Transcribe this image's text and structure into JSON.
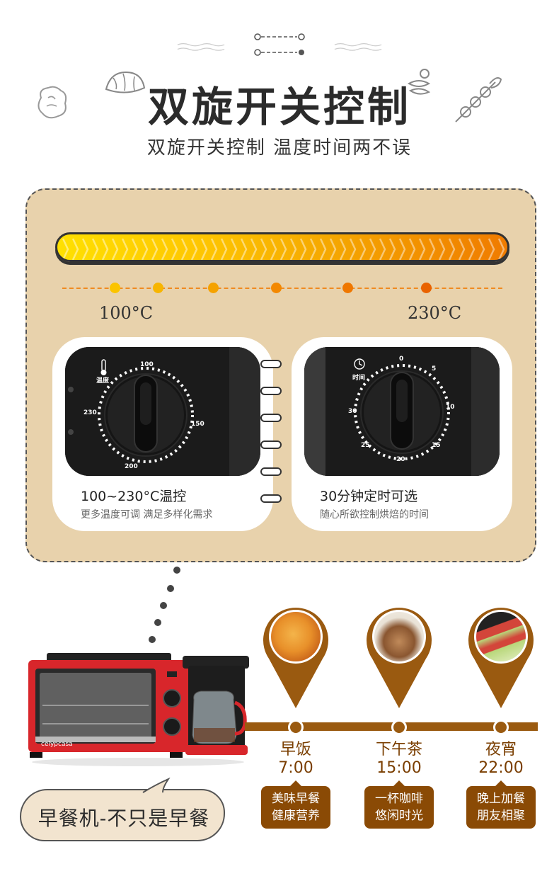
{
  "header": {
    "title": "双旋开关控制",
    "subtitle": "双旋开关控制 温度时间两不误"
  },
  "temperature_bar": {
    "min_label": "100°C",
    "max_label": "230°C",
    "dot_colors": [
      "#fbc400",
      "#f7b500",
      "#f5a200",
      "#f38800",
      "#ef7700",
      "#e96200"
    ]
  },
  "temp_card": {
    "title": "100~230°C温控",
    "desc": "更多温度可调 满足多样化需求",
    "icon_label": "温度",
    "scale": [
      "100",
      "150",
      "200",
      "230"
    ]
  },
  "timer_card": {
    "title": "30分钟定时可选",
    "desc": "随心所欲控制烘焙的时间",
    "icon_label": "时间",
    "scale": [
      "0",
      "5",
      "10",
      "15",
      "20",
      "25",
      "30"
    ]
  },
  "appliance": {
    "brand": "celypcasa"
  },
  "meals": [
    {
      "name": "早饭",
      "time": "7:00",
      "tag_line1": "美味早餐",
      "tag_line2": "健康营养"
    },
    {
      "name": "下午茶",
      "time": "15:00",
      "tag_line1": "一杯咖啡",
      "tag_line2": "悠闲时光"
    },
    {
      "name": "夜宵",
      "time": "22:00",
      "tag_line1": "晚上加餐",
      "tag_line2": "朋友相聚"
    }
  ],
  "slogan": "早餐机-不只是早餐"
}
